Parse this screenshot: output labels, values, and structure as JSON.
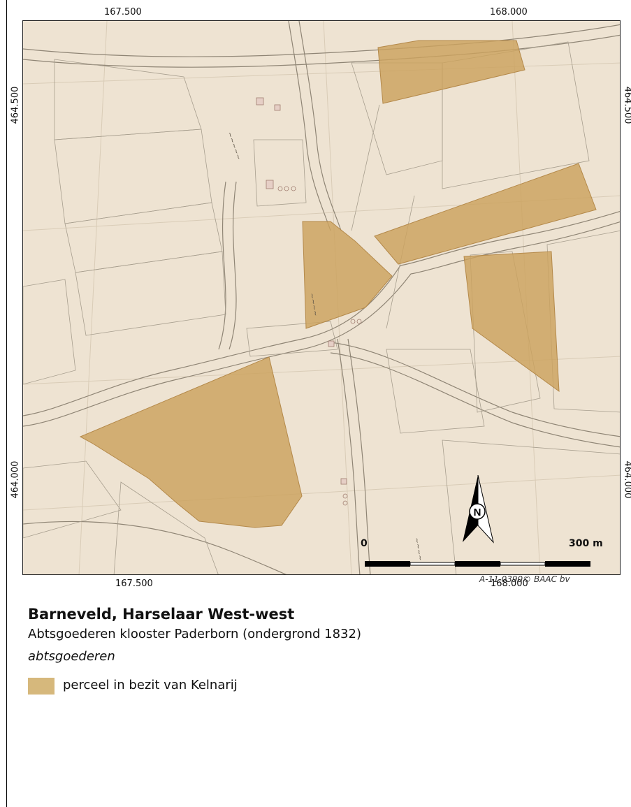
{
  "map": {
    "x_ticks": [
      "167.500",
      "168.000"
    ],
    "y_ticks": [
      "464.500",
      "464.000"
    ],
    "colors": {
      "paper": "#eee3d2",
      "parcel": "#cca25e",
      "lines": "#8f8575"
    }
  },
  "legend": {
    "title": "Barneveld, Harselaar West-west",
    "subtitle": "Abtsgoederen klooster Paderborn (ondergrond 1832)",
    "section": "abtsgoederen",
    "items": [
      {
        "label": "perceel in bezit van Kelnarij",
        "color": "#d6b87c"
      }
    ]
  },
  "north_arrow": {
    "label": "N"
  },
  "scale": {
    "zero_label": "0",
    "max_label": "300 m"
  },
  "credit": "A-11.0390© BAAC bv"
}
